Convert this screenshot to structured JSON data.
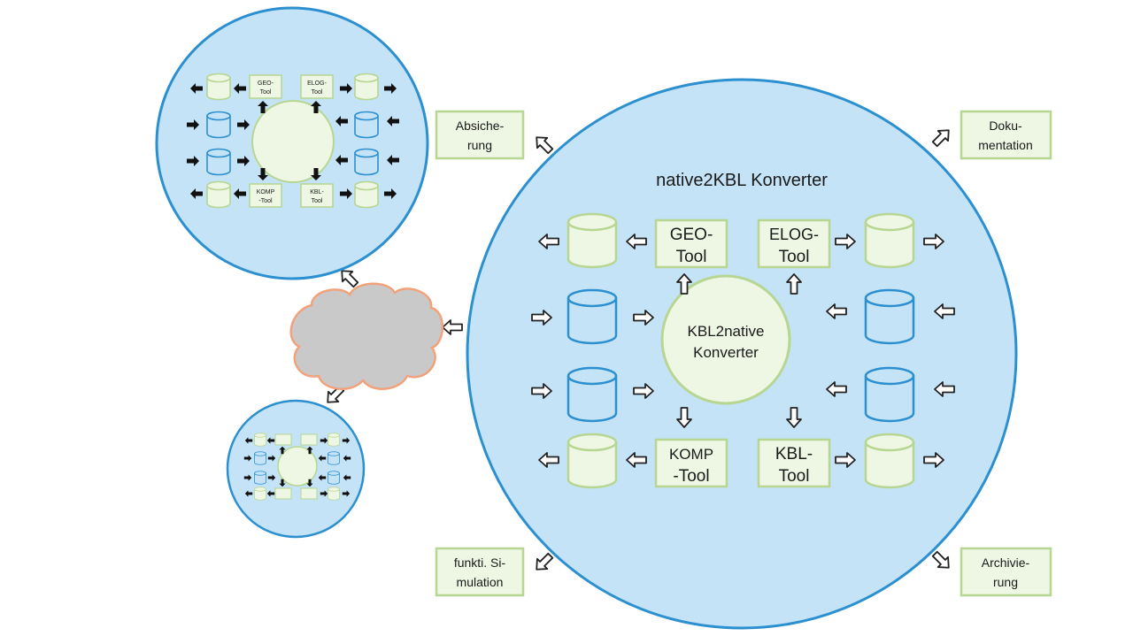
{
  "main": {
    "title": "native2KBL Konverter",
    "center": [
      "KBL2native",
      "Konverter"
    ],
    "tools": {
      "geo": [
        "GEO-",
        "Tool"
      ],
      "elog": [
        "ELOG-",
        "Tool"
      ],
      "komp": [
        "KOMP",
        "-Tool"
      ],
      "kbl": [
        "KBL-",
        "Tool"
      ]
    }
  },
  "outputs": {
    "absicherung": [
      "Absiche-",
      "rung"
    ],
    "dokumentation": [
      "Doku-",
      "mentation"
    ],
    "simulation": [
      "funkti. Si-",
      "mulation"
    ],
    "archivierung": [
      "Archivie-",
      "rung"
    ]
  },
  "mini": {
    "geo": [
      "GEO-",
      "Tool"
    ],
    "elog": [
      "ELOG-",
      "Tool"
    ],
    "komp": [
      "KOMP",
      "-Tool"
    ],
    "kbl": [
      "KBL-",
      "Tool"
    ]
  },
  "colors": {
    "circle_fill": "#c5e3f6",
    "circle_stroke": "#2b8fd0",
    "box_fill": "#eef6e4",
    "box_stroke": "#b6d692",
    "db_blue_stroke": "#2b8fd0",
    "cloud_fill": "#c9c9c9",
    "cloud_stroke": "#f2a27a"
  }
}
